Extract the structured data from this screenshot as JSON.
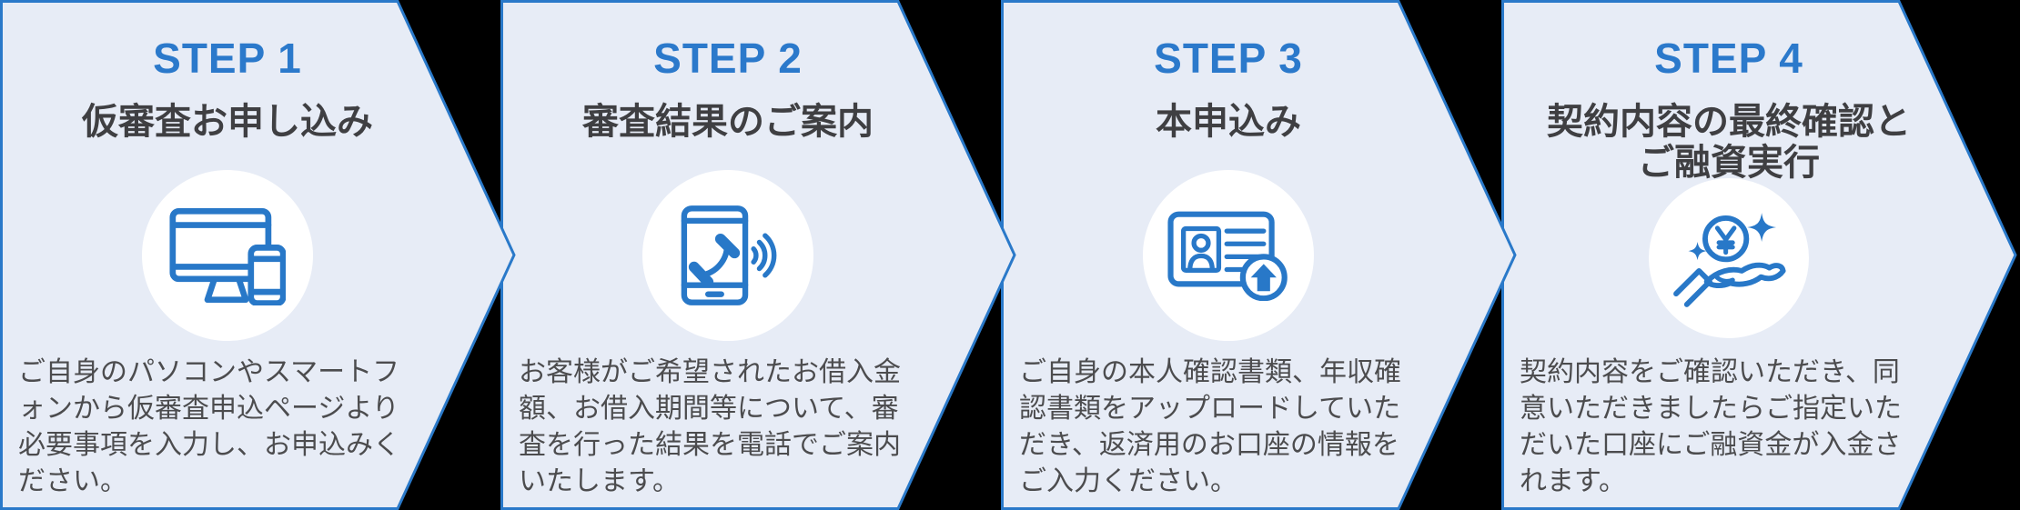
{
  "colors": {
    "background": "#000000",
    "panel_fill": "#e7ecf6",
    "panel_border": "#2a79c9",
    "step_text": "#2b79cb",
    "title_text": "#3f3f42",
    "description_text": "#4c4c4e",
    "icon_stroke": "#2878c8"
  },
  "steps": [
    {
      "step_label": "STEP 1",
      "title": "仮審査お申し込み",
      "icon": "pc-smartphone-icon",
      "description": "ご自身のパソコンやスマートフォンから仮審査申込ページより必要事項を入力し、お申込みください。"
    },
    {
      "step_label": "STEP 2",
      "title": "審査結果のご案内",
      "icon": "phone-ring-icon",
      "description": "お客様がご希望されたお借入金額、お借入期間等について、審査を行った結果を電話でご案内いたします。"
    },
    {
      "step_label": "STEP 3",
      "title": "本申込み",
      "icon": "id-card-upload-icon",
      "description": "ご自身の本人確認書類、年収確認書類をアップロードしていただき、返済用のお口座の情報をご入力ください。"
    },
    {
      "step_label": "STEP 4",
      "title": "契約内容の最終確認と\nご融資実行",
      "icon": "hand-yen-coin-icon",
      "description": "契約内容をご確認いただき、同意いただきましたらご指定いただいた口座にご融資金が入金されます。"
    }
  ]
}
